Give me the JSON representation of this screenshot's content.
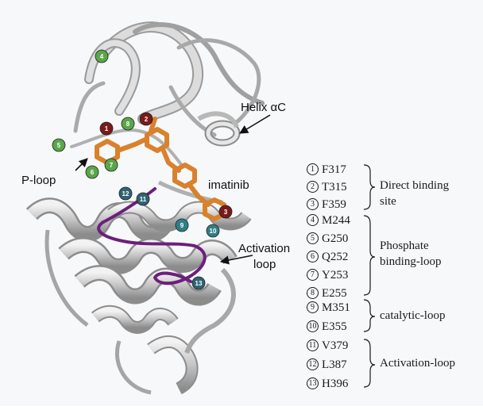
{
  "labels": {
    "helix": "Helix αC",
    "ploop": "P-loop",
    "imatinib": "imatinib",
    "activation_line1": "Activation",
    "activation_line2": "loop"
  },
  "residues_on_structure": [
    {
      "id": "1",
      "color": "#7a1a1a"
    },
    {
      "id": "2",
      "color": "#7a1a1a"
    },
    {
      "id": "3",
      "color": "#7a1a1a"
    },
    {
      "id": "4",
      "color": "#5aa64a"
    },
    {
      "id": "5",
      "color": "#5aa64a"
    },
    {
      "id": "6",
      "color": "#5aa64a"
    },
    {
      "id": "7",
      "color": "#5aa64a"
    },
    {
      "id": "8",
      "color": "#5aa64a"
    },
    {
      "id": "9",
      "color": "#2f7f86"
    },
    {
      "id": "10",
      "color": "#2f7f86"
    },
    {
      "id": "11",
      "color": "#2f6470"
    },
    {
      "id": "12",
      "color": "#2f6470"
    },
    {
      "id": "13",
      "color": "#2f6470"
    }
  ],
  "legend": {
    "groups": [
      {
        "label_lines": [
          "Direct binding",
          "site"
        ],
        "items": [
          {
            "num": "1",
            "residue": "F317"
          },
          {
            "num": "2",
            "residue": "T315"
          },
          {
            "num": "3",
            "residue": "F359"
          }
        ]
      },
      {
        "label_lines": [
          "Phosphate",
          "binding-loop"
        ],
        "items": [
          {
            "num": "4",
            "residue": "M244"
          },
          {
            "num": "5",
            "residue": "G250"
          },
          {
            "num": "6",
            "residue": "Q252"
          },
          {
            "num": "7",
            "residue": "Y253"
          },
          {
            "num": "8",
            "residue": "E255"
          }
        ]
      },
      {
        "label_lines": [
          "catalytic-loop"
        ],
        "items": [
          {
            "num": "9",
            "residue": "M351"
          },
          {
            "num": "10",
            "residue": "E355"
          }
        ]
      },
      {
        "label_lines": [
          "Activation-loop"
        ],
        "items": [
          {
            "num": "11",
            "residue": "V379"
          },
          {
            "num": "12",
            "residue": "L387"
          },
          {
            "num": "13",
            "residue": "H396"
          }
        ]
      }
    ]
  },
  "colors": {
    "ribbon": "#c8c8c8",
    "ribbon_dark": "#8a8a8a",
    "imatinib": "#d9812c",
    "activation_loop": "#6b1f7a"
  }
}
